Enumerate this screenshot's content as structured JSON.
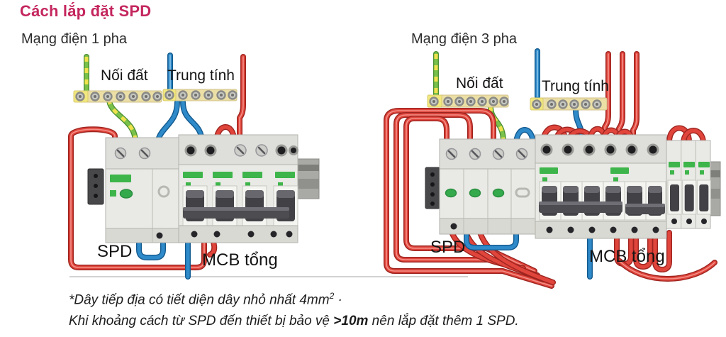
{
  "title": "Cách lắp đặt SPD",
  "diagrams": {
    "single_phase": {
      "heading": "Mạng điện 1 pha",
      "labels": {
        "ground": "Nối đất",
        "neutral": "Trung tính",
        "spd": "SPD",
        "mcb": "MCB tổng"
      }
    },
    "three_phase": {
      "heading": "Mạng điện 3 pha",
      "labels": {
        "ground": "Nối đất",
        "neutral": "Trung tính",
        "spd": "SPD",
        "mcb": "MCB tổng"
      }
    }
  },
  "notes": {
    "line1_text": "*Dây tiếp địa có tiết diện dây nhỏ nhất 4mm",
    "line1_sup": "2",
    "line1_tail": " ·",
    "line2_pre": "Khi khoảng cách từ SPD đến thiết bị bảo vệ ",
    "line2_bold": ">10m",
    "line2_post": " nên lắp đặt thêm 1 SPD."
  },
  "colors": {
    "title": "#c4265e",
    "body_text": "#1c1c1c",
    "wire_red": "#e0453c",
    "wire_blue": "#2f8ac9",
    "wire_green": "#79c14b",
    "wire_yellow": "#efe24e",
    "brand_green": "#3db54a"
  }
}
